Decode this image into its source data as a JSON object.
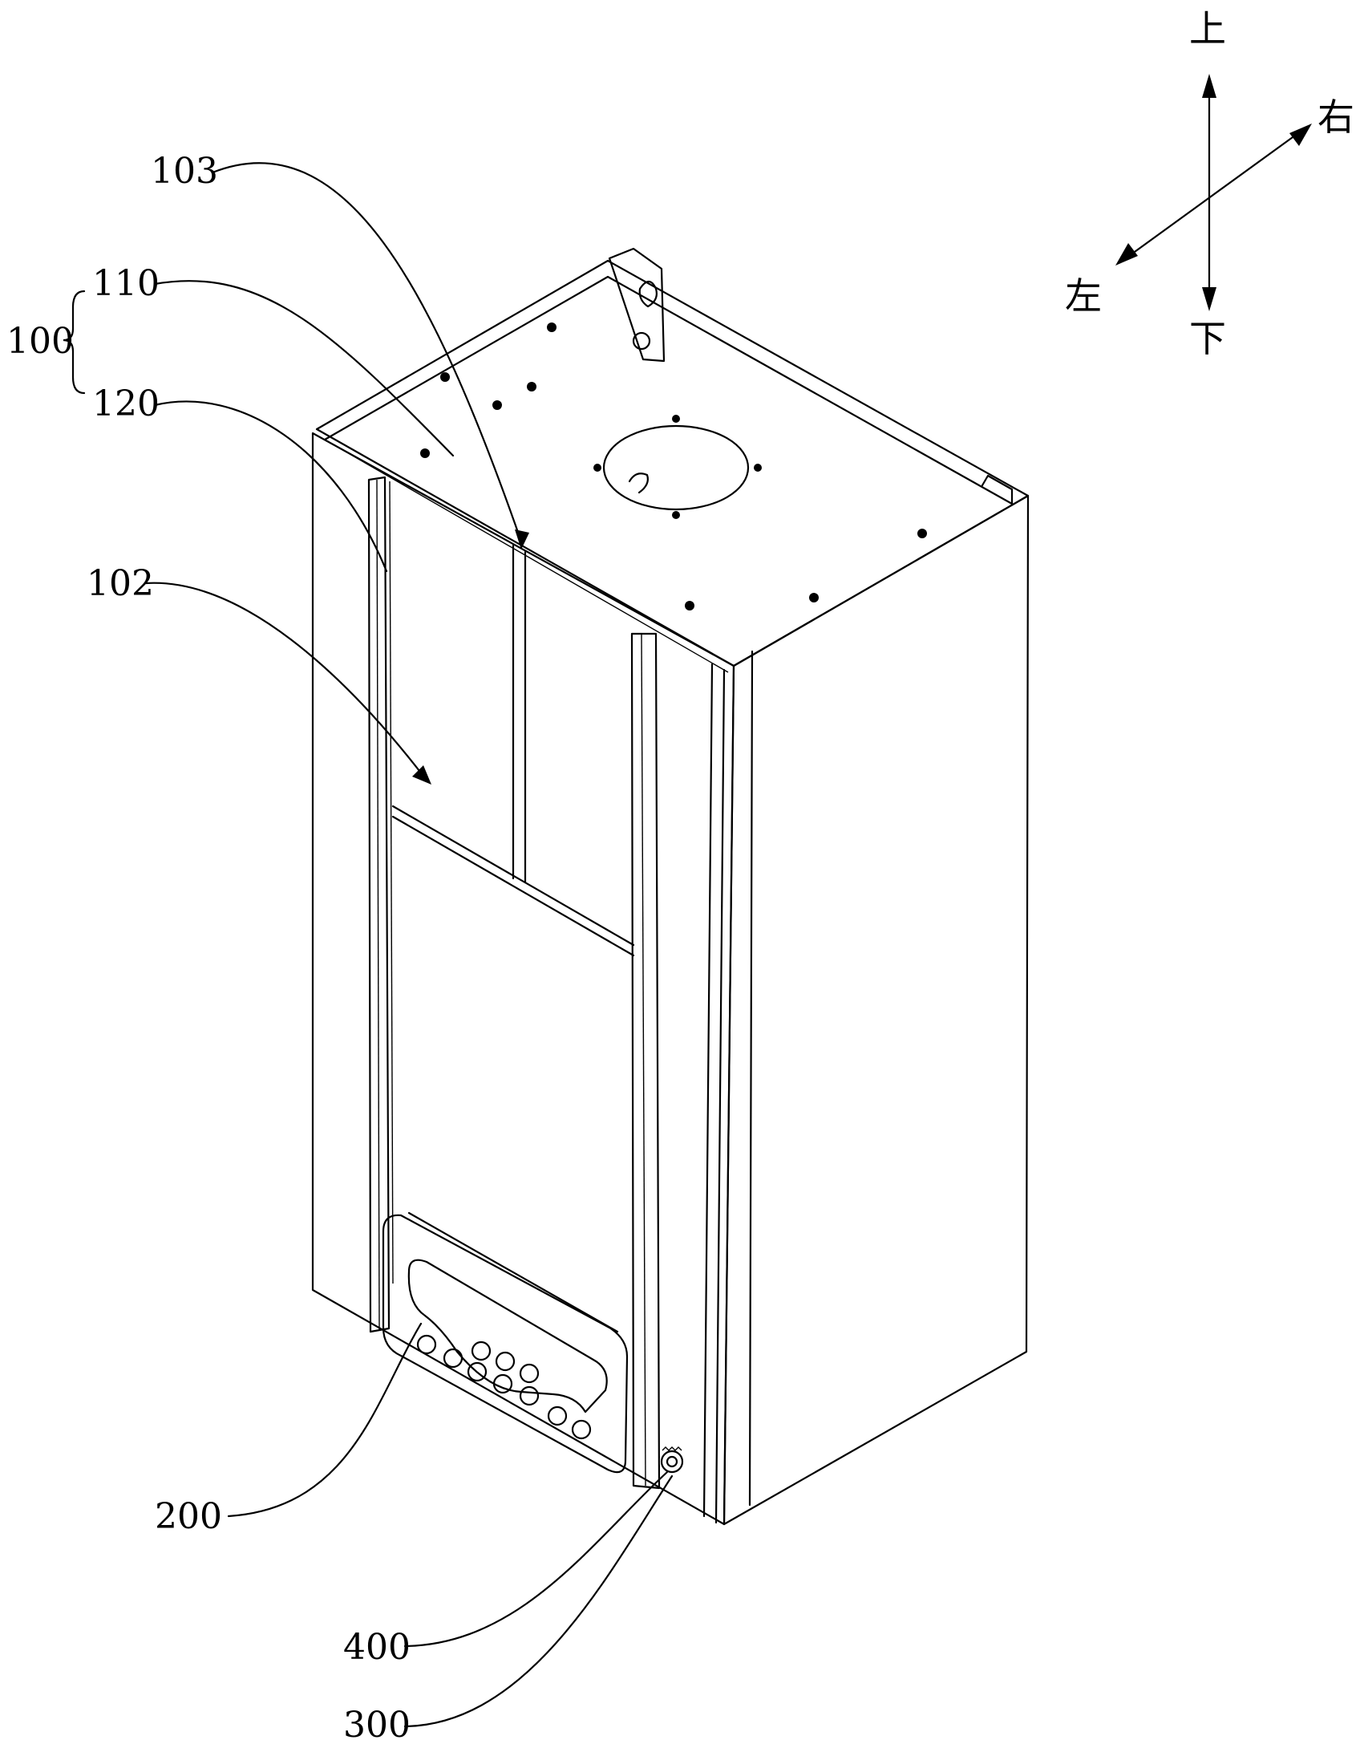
{
  "labels": {
    "l100": "100",
    "l110": "110",
    "l120": "120",
    "l103": "103",
    "l102": "102",
    "l200": "200",
    "l400": "400",
    "l300": "300"
  },
  "compass": {
    "up": "上",
    "down": "下",
    "left": "左",
    "right": "右"
  }
}
